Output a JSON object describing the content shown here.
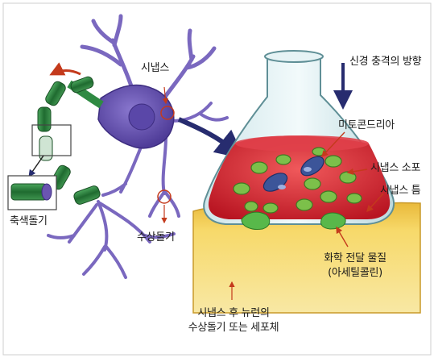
{
  "labels": {
    "synapse": "시냅스",
    "impulse_direction": "신경 충격의 방향",
    "mitochondria": "미토콘드리아",
    "synaptic_vesicle": "시냅스 소포",
    "synaptic_cleft": "시냅스 틈",
    "dendrite": "수상돌기",
    "axon": "축색돌기",
    "neurotransmitter_line1": "화학 전달 물질",
    "neurotransmitter_line2": "(아세틸콜린)",
    "postsynaptic_line1": "시냅스 후 뉴런의",
    "postsynaptic_line2": "수상돌기 또는 세포체"
  },
  "colors": {
    "neuron_body": "#6a55b0",
    "neuron_dendrites": "#7a68bf",
    "myelin": "#2f8a43",
    "vesicle_fluid": "#d41e2c",
    "vesicle_green": "#7cc04a",
    "mitochondria": "#3c5599",
    "postsynaptic": "#f2cf5a",
    "arrow_navy": "#272c6f",
    "arrow_red": "#c43a1c"
  }
}
